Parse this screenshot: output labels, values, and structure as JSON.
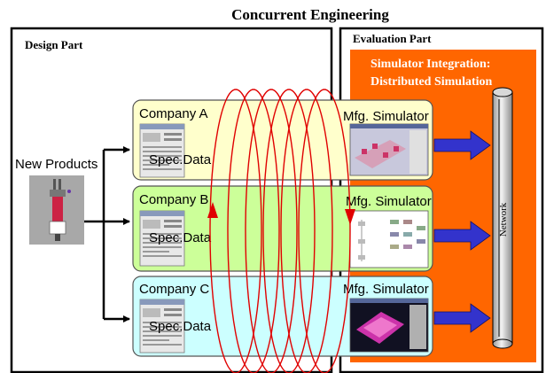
{
  "title": "Concurrent Engineering",
  "design_part": {
    "label": "Design Part",
    "new_products_label": "New Products",
    "companies": [
      {
        "name": "Company A",
        "data_label": "Spec.Data",
        "color": "#ffffcc"
      },
      {
        "name": "Company B",
        "data_label": "Spec.Data",
        "color": "#ccff99"
      },
      {
        "name": "Company C",
        "data_label": "Spec.Data",
        "color": "#ccffff"
      }
    ]
  },
  "evaluation_part": {
    "label": "Evaluation Part",
    "panel_color": "#ff6600",
    "integration_label_line1": "Simulator Integration:",
    "integration_label_line2": "Distributed Simulation",
    "network_label": "Network",
    "simulators": [
      {
        "label": "Mfg. Simulator"
      },
      {
        "label": "Mfg. Simulator"
      },
      {
        "label": "Mfg. Simulator"
      }
    ]
  },
  "colors": {
    "coil": "#e00000",
    "arrow_fill": "#3333cc",
    "frame": "#000000"
  }
}
